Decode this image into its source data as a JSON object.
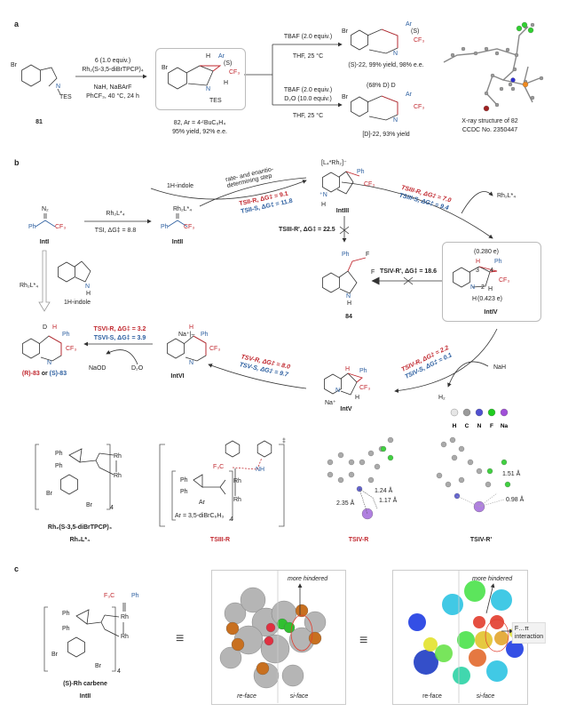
{
  "panels": {
    "a": "a",
    "b": "b",
    "c": "c"
  },
  "a": {
    "sm_label": "81",
    "sm_sub": {
      "br": "Br",
      "n": "N",
      "tes": "TES"
    },
    "cond1": [
      "6 (1.0 equiv.)",
      "Rh₂(S-3,5-diBrTPCP)₄",
      "NaH, NaBArF",
      "PhCF₃, 40 °C, 24 h"
    ],
    "p82": {
      "label": "82, Ar = 4-ᵗBuC₆H₄",
      "yield": "95% yield, 92% e.e.",
      "ar": "Ar",
      "s": "(S)",
      "cf3": "CF₃",
      "h": "H",
      "br": "Br",
      "n": "N",
      "tes": "TES"
    },
    "upper": {
      "cond": [
        "TBAF (2.0 equiv.)",
        "THF, 25 °C"
      ],
      "label": "(S)-22, 99% yield, 98% e.e.",
      "ar": "Ar",
      "s": "(S)",
      "cf3": "CF₃",
      "br": "Br",
      "n": "N"
    },
    "lower": {
      "cond": [
        "TBAF (2.0 equiv.)",
        "D₂O (10.0 equiv.)",
        "THF, 25 °C"
      ],
      "label": "[D]-22, 93% yield",
      "d": "(68% D) D",
      "ar": "Ar",
      "cf3": "CF₃",
      "br": "Br",
      "n": "N"
    },
    "xray": [
      "X-ray structure of 82",
      "CCDC No. 2350447"
    ]
  },
  "b": {
    "intI": {
      "label": "IntI",
      "n2": "N₂",
      "ph": "Ph",
      "cf3": "CF₃"
    },
    "step1": {
      "top": "Rh₂L*₄",
      "bottom": "TSI, ΔG‡ = 8.8"
    },
    "intII": {
      "label": "IntII",
      "rh": "Rh₂L*₄",
      "ph": "Ph",
      "cf3": "CF₃"
    },
    "indole_add": "1H-indole",
    "rds": [
      "rate- and enantio-",
      "determining step"
    ],
    "tsII": {
      "r": "TSII-R, ΔG‡ = 9.1",
      "s": "TSII-S, ΔG‡ = 11.8"
    },
    "intIII": {
      "label": "IntIII",
      "rh": "[L₄*Rh₂]⁻",
      "ph": "Ph",
      "cf3": "CF₃",
      "nh": "⁺N",
      "h": "H"
    },
    "tsIIIp": "TSIII-R', ΔG‡ = 22.5",
    "p84": {
      "label": "84",
      "ph": "Ph",
      "f1": "F",
      "f2": "F",
      "n": "N",
      "h": "H"
    },
    "tsIII": {
      "r": "TSIII-R, ΔG‡ = 7.0",
      "s": "TSIII-S, ΔG‡ = 9.4"
    },
    "rh_release": "Rh₂L*₄",
    "intIV": {
      "label": "IntIV",
      "q1": "(0.280 e)",
      "q2": "(0.423 e)",
      "h": "H",
      "ph": "Ph",
      "cf3": "CF₃",
      "n": "N",
      "nh": "H",
      "c2": "2",
      "c3": "3",
      "c4": "4",
      "h2": "H"
    },
    "tsIVp": "TSIV-R', ΔG‡ = 18.6",
    "tsIV": {
      "r": "TSIV-R, ΔG‡ = 2.2",
      "s": "TSIV-S, ΔG‡ = 0.1"
    },
    "nah": "NaH",
    "h2": "H₂",
    "intV": {
      "label": "IntV",
      "h": "H",
      "ph": "Ph",
      "cf3": "CF₃",
      "na": "Na⁺",
      "n": "N",
      "h2": "H"
    },
    "tsV": {
      "r": "TSV-R, ΔG‡ = 8.0",
      "s": "TSV-S, ΔG‡ = 9.7"
    },
    "intVI": {
      "label": "IntVI",
      "h": "H",
      "na": "Na⁺|–",
      "ph": "Ph",
      "cf3": "CF₃",
      "n": "N"
    },
    "tsVI": {
      "r": "TSVI-R, ΔG‡ = 3.2",
      "s": "TSVI-S, ΔG‡ = 3.9"
    },
    "naod": "NaOD",
    "d2o": "D₂O",
    "p83": {
      "r": "(R)-83",
      "or": " or ",
      "s": "(S)-83",
      "d": "D",
      "h": "H",
      "ph": "Ph",
      "cf3": "CF₃",
      "n": "N"
    },
    "direct": {
      "rh": "Rh₂L*₄",
      "indole": "1H-indole",
      "n": "N",
      "h": "H"
    },
    "legend": [
      {
        "label": "H",
        "color": "#e6e6e6"
      },
      {
        "label": "C",
        "color": "#9a9a9a"
      },
      {
        "label": "N",
        "color": "#5050d0"
      },
      {
        "label": "F",
        "color": "#20cc20"
      },
      {
        "label": "Na",
        "color": "#a050d8"
      }
    ],
    "cat": {
      "name": "Rh₂(S-3,5-diBrTPCP)₄",
      "short": "Rh₂L*₄",
      "ph1": "Ph",
      "ph2": "Ph",
      "rh1": "Rh",
      "rh2": "Rh",
      "br1": "Br",
      "br2": "Br",
      "sub": "4"
    },
    "tsIIIR": {
      "label": "TSIII-R",
      "f3c": "F₃C",
      "nh": "NH",
      "ph1": "Ph",
      "ph2": "Ph",
      "ar": "Ar",
      "rh1": "Rh",
      "rh2": "Rh",
      "ardef": "Ar = 3,5-diBrC₆H₃",
      "sub": "4",
      "dagger": "‡"
    },
    "tsIVR": {
      "label": "TSIV-R",
      "d1": "1.24 Å",
      "d2": "1.17 Å",
      "d3": "2.35 Å"
    },
    "tsIVRp": {
      "label": "TSIV-R'",
      "d1": "1.51 Å",
      "d2": "0.98 Å"
    }
  },
  "c": {
    "carbene": {
      "label1": "(S)-Rh carbene",
      "label2": "IntII",
      "f3c": "F₃C",
      "ph": "Ph",
      "ph1": "Ph",
      "ph2": "Ph",
      "rh1": "Rh",
      "rh2": "Rh",
      "br1": "Br",
      "br2": "Br",
      "sub": "4"
    },
    "equiv": "≡",
    "model1": {
      "re": "re-face",
      "si": "si-face",
      "hind": "more hindered"
    },
    "model2": {
      "re": "re-face",
      "si": "si-face",
      "hind": "more hindered",
      "fpi": [
        "F…π",
        "interaction"
      ]
    }
  },
  "colors": {
    "red": "#c0262d",
    "blue": "#2a5d9f",
    "box": "#bbbbbb"
  }
}
